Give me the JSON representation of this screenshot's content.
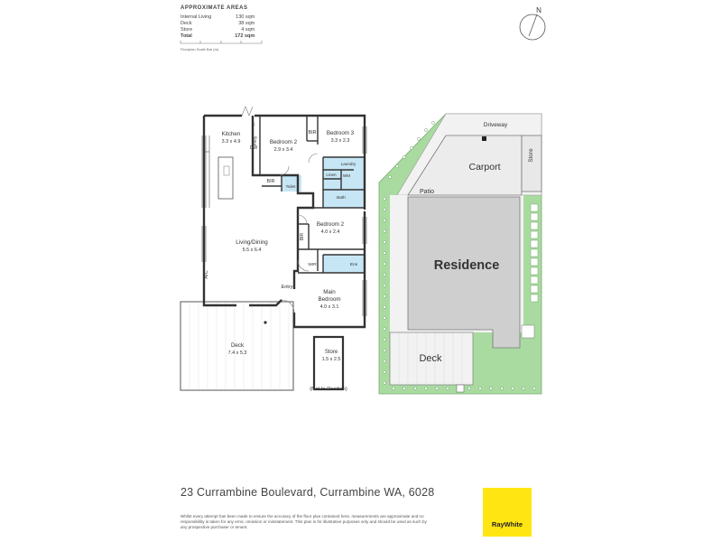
{
  "areas": {
    "heading": "APPROXIMATE AREAS",
    "rows": [
      {
        "label": "Internal Living",
        "value": "130 sqm"
      },
      {
        "label": "Deck",
        "value": "38 sqm"
      },
      {
        "label": "Store",
        "value": "4 sqm"
      }
    ],
    "total": {
      "label": "Total",
      "value": "172 sqm"
    },
    "scale_label": "Floorplan Scale Bar (m)"
  },
  "compass": {
    "north": "N"
  },
  "floorplan": {
    "rooms": {
      "kitchen": {
        "name": "Kitchen",
        "dims": "3.3 x 4.9"
      },
      "bedroom2_top": {
        "name": "Bedroom 2",
        "dims": "2.9 x 3.4"
      },
      "bedroom3": {
        "name": "Bedroom 3",
        "dims": "3.3 x 2.3"
      },
      "bedroom2_mid": {
        "name": "Bedroom 2",
        "dims": "4.0 x 2.4"
      },
      "living": {
        "name": "Living/Dining",
        "dims": "5.5 x 6.4"
      },
      "main_bedroom": {
        "name": "Main",
        "name2": "Bedroom",
        "dims": "4.0 x 3.1"
      },
      "deck": {
        "name": "Deck",
        "dims": "7.4 x 5.3"
      },
      "store": {
        "name": "Store",
        "dims": "1.5 x 2.5"
      }
    },
    "small_labels": {
      "f": "F",
      "dw": "DW",
      "pantry": "Pntry",
      "bir_top": "BIR",
      "bir_b3": "BIR",
      "toilet": "Toilet",
      "laundry": "Laundry",
      "linen": "Linen",
      "wm": "WM",
      "bath": "Bath",
      "bir_mid": "BIR",
      "wir": "WIR",
      "ens": "Ens",
      "entry": "Entry",
      "ac": "A/C"
    },
    "note": "(Not In Position)"
  },
  "siteplan": {
    "driveway": "Driveway",
    "carport": "Carport",
    "store": "Store",
    "patio": "Patio",
    "residence": "Residence",
    "deck": "Deck"
  },
  "footer": {
    "address": "23 Currambine Boulevard, Currambine WA, 6028",
    "disclaimer": "Whilst every attempt has been made to ensure the accuracy of the floor plan contained here, measurements are approximate and no responsibility is taken for any error, omission or misstatement. This plan is for illustrative purposes only and should be used as such by any prospective purchaser or tenant.",
    "logo": "RayWhite"
  },
  "colors": {
    "wet_area": "#c7e6f5",
    "lawn": "#a9dba0",
    "building": "#cfcfcf",
    "paving": "#f2f2f2",
    "logo_yellow": "#ffe512"
  }
}
